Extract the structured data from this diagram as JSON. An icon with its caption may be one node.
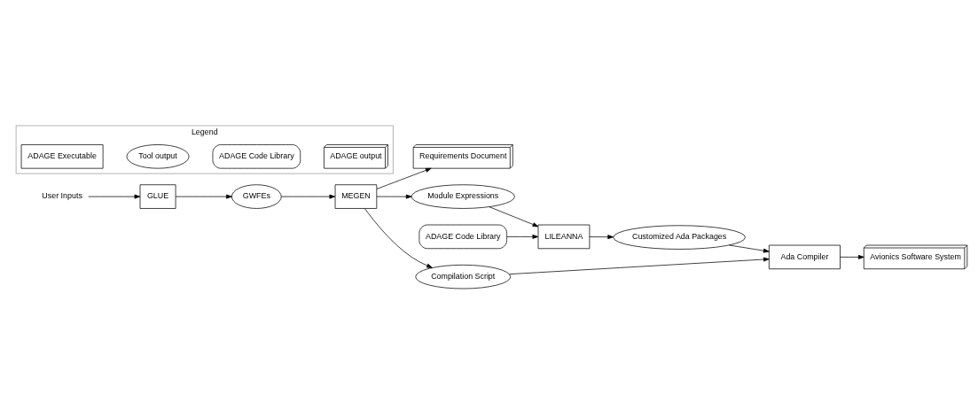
{
  "diagram": {
    "nodes": [
      {
        "text": [
          "User Inputs"
        ]
      },
      {
        "text": [
          "GLUE"
        ]
      },
      {
        "text": [
          "GWFEs"
        ]
      },
      {
        "text": [
          "MEGEN"
        ]
      },
      {
        "text": [
          "Module Expressions"
        ]
      },
      {
        "text": [
          "LILEANNA"
        ]
      },
      {
        "text": [
          "ADAGE Code Library"
        ]
      },
      {
        "text": [
          "Customized Ada Packages"
        ]
      },
      {
        "text": [
          "Compilation Script"
        ]
      },
      {
        "text": [
          "Ada Compiler"
        ]
      },
      {
        "text": [
          "Requirements Document"
        ]
      },
      {
        "text": [
          "Avionics Software System"
        ]
      },
      {
        "text": [
          "Legend"
        ]
      },
      {
        "text": [
          "ADAGE Executable"
        ],
        "in": 12
      },
      {
        "text": [
          "Tool output"
        ],
        "in": 12
      },
      {
        "text": [
          "ADAGE Code Library"
        ],
        "in": 12
      },
      {
        "text": [
          "ADAGE output"
        ],
        "in": 12
      }
    ],
    "edges": [
      {
        "from": 0,
        "to": 1,
        "arrow": "to"
      },
      {
        "from": 1,
        "to": 2,
        "arrow": "to"
      },
      {
        "from": 2,
        "to": 3,
        "arrow": "to"
      },
      {
        "from": 3,
        "to": 4,
        "arrow": "to"
      },
      {
        "from": 3,
        "to": 8,
        "arrow": "to"
      },
      {
        "from": 3,
        "to": 10,
        "arrow": "to"
      },
      {
        "from": 4,
        "to": 5,
        "arrow": "to"
      },
      {
        "from": 6,
        "to": 5,
        "arrow": "to"
      },
      {
        "from": 5,
        "to": 7,
        "arrow": "to"
      },
      {
        "from": 7,
        "to": 9,
        "arrow": "to"
      },
      {
        "from": 8,
        "to": 9,
        "arrow": "to"
      },
      {
        "from": 9,
        "to": 11,
        "arrow": "to"
      }
    ]
  }
}
